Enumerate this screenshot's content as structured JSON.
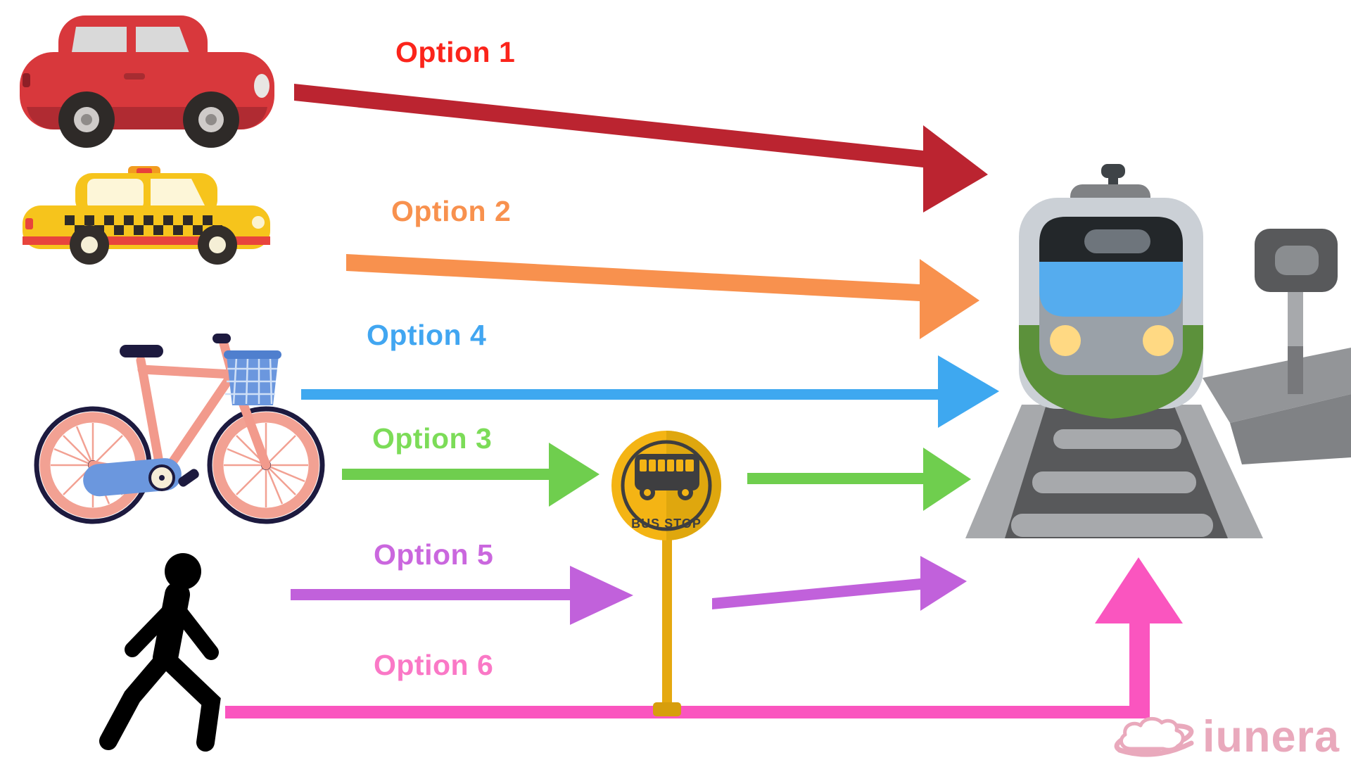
{
  "page": {
    "type": "transport-options-to-train-station-diagram",
    "background": "#ffffff"
  },
  "options": [
    {
      "id": 1,
      "label": "Option 1",
      "mode": "car",
      "route": "direct",
      "destination": "train-station",
      "label_color": "#fb241b",
      "arrow_color": "#bb2430"
    },
    {
      "id": 2,
      "label": "Option 2",
      "mode": "taxi",
      "route": "direct",
      "destination": "train-station",
      "label_color": "#f8914e",
      "arrow_color": "#f8914e"
    },
    {
      "id": 4,
      "label": "Option 4",
      "mode": "bicycle",
      "route": "direct",
      "destination": "train-station",
      "label_color": "#41a6f1",
      "arrow_color": "#3ea8f0"
    },
    {
      "id": 3,
      "label": "Option 3",
      "mode": "bicycle",
      "route": "via-bus-stop",
      "destination": "train-station",
      "label_color": "#7cdc58",
      "arrow_color": "#6fce4e"
    },
    {
      "id": 5,
      "label": "Option 5",
      "mode": "walking",
      "route": "via-bus-stop",
      "destination": "train-station",
      "label_color": "#ca67de",
      "arrow_color": "#c161db"
    },
    {
      "id": 6,
      "label": "Option 6",
      "mode": "walking",
      "route": "direct",
      "destination": "train-station",
      "label_color": "#fa78c6",
      "arrow_color": "#fa55bf"
    }
  ],
  "bus_stop": {
    "sign_text": "BUS STOP",
    "sign_color": "#f4b414",
    "sign_color_shade": "#dfa70e",
    "icon": "bus-icon"
  },
  "station": {
    "icon": "train-station-icon",
    "colors": {
      "body": "#cbd0d6",
      "windshield": "#23272a",
      "window": "#55acee",
      "belly": "#5c913b",
      "headlight": "#ffd983",
      "track_bed": "#58595b",
      "track_rail": "#a7a9ac"
    }
  },
  "vehicles": [
    {
      "name": "red-car",
      "color": "#d8383c"
    },
    {
      "name": "yellow-taxi",
      "color": "#f6c41c"
    },
    {
      "name": "pink-bicycle",
      "color": "#f29a8c"
    },
    {
      "name": "pedestrian",
      "color": "#000000"
    }
  ],
  "logo": {
    "text": "iunera",
    "color": "#e9a9bc"
  }
}
